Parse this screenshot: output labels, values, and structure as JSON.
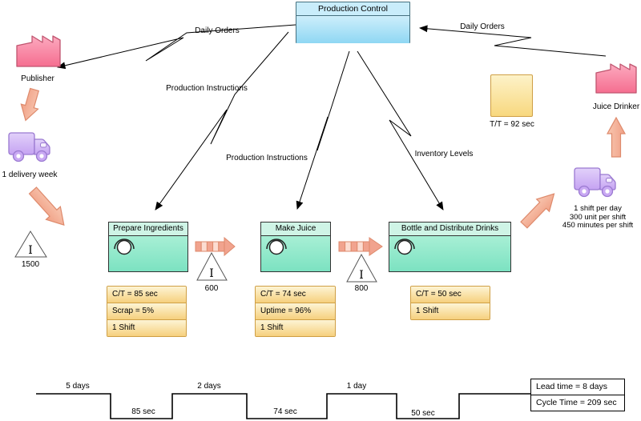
{
  "production_control": {
    "label": "Production Control"
  },
  "external": {
    "publisher": "Publisher",
    "juice_drinker": "Juice Drinker"
  },
  "info_arrows": {
    "daily_orders_left": "Daily Orders",
    "daily_orders_right": "Daily Orders",
    "production_instructions_1": "Production Instructions",
    "production_instructions_2": "Production Instructions",
    "inventory_levels": "Inventory Levels"
  },
  "takt_label": "T/T = 92 sec",
  "inventory_symbol": "I",
  "inventories": {
    "supplier": "1500",
    "between_1_2": "600",
    "between_2_3": "800"
  },
  "trucks": {
    "inbound_label": "1 delivery week",
    "outbound_lines": [
      "1 shift per day",
      "300 unit per shift",
      "450 minutes per shift"
    ]
  },
  "processes": [
    {
      "title": "Prepare Ingredients",
      "data_rows": [
        "C/T = 85 sec",
        "Scrap = 5%",
        "1 Shift"
      ]
    },
    {
      "title": "Make Juice",
      "data_rows": [
        "C/T = 74 sec",
        "Uptime = 96%",
        "1 Shift"
      ]
    },
    {
      "title": "Bottle and Distribute Drinks",
      "data_rows": [
        "C/T = 50 sec",
        "1 Shift"
      ]
    }
  ],
  "timeline": {
    "labels": [
      "5 days",
      "85 sec",
      "2 days",
      "74 sec",
      "1 day",
      "50 sec"
    ],
    "summary": [
      "Lead time = 8 days",
      "Cycle Time = 209 sec"
    ]
  },
  "colors": {
    "control_fill": "#a8def5",
    "process_fill": "#8ce8c8",
    "data_fill": "#f8d983",
    "factory_fill": "#f87f9e",
    "truck_fill": "#c9a8f4",
    "arrow_fill": "#f4b29c",
    "line": "#000000"
  }
}
